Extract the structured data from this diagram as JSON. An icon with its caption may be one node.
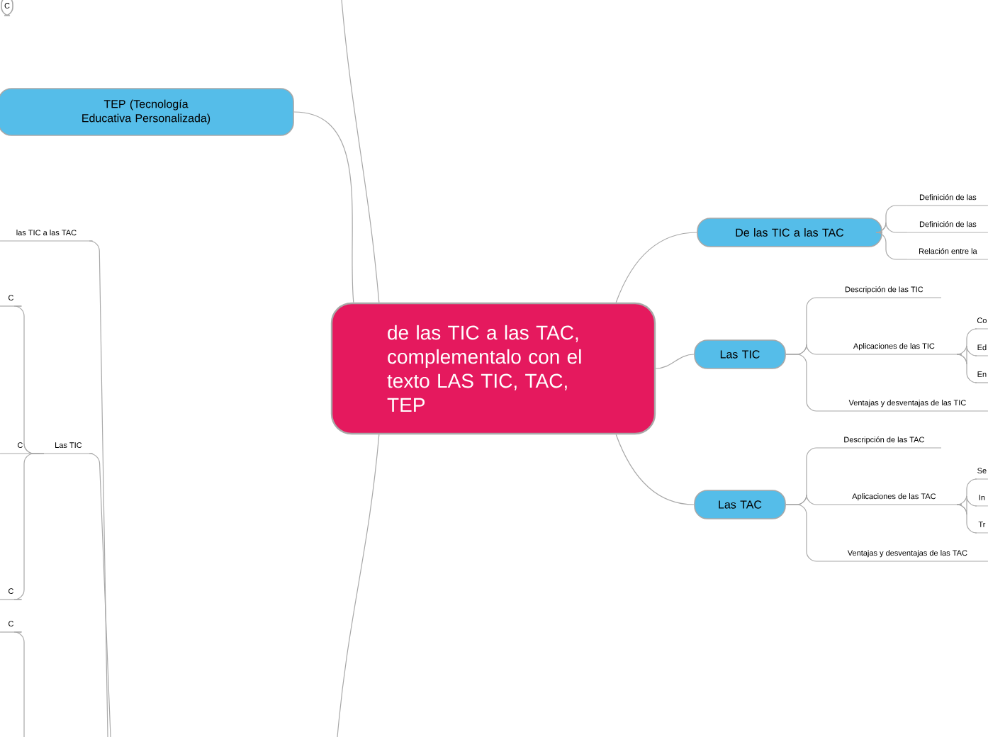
{
  "diagram": {
    "nodes": [
      {
        "text": [
          "de las TIC a las TAC, complementalo con el texto LAS TIC, TAC, TEP"
        ]
      },
      {
        "text": [
          "De las TIC a las TAC"
        ]
      },
      {
        "text": [
          "Definición de las"
        ]
      },
      {
        "text": [
          "Definición de las"
        ]
      },
      {
        "text": [
          "Relación entre la"
        ]
      },
      {
        "text": [
          "Las TIC"
        ]
      },
      {
        "text": [
          "Descripción de las TIC"
        ]
      },
      {
        "text": [
          "Aplicaciones de las TIC"
        ]
      },
      {
        "text": [
          "Co"
        ]
      },
      {
        "text": [
          "Ed"
        ]
      },
      {
        "text": [
          "En"
        ]
      },
      {
        "text": [
          "Ventajas y desventajas de las TIC"
        ]
      },
      {
        "text": [
          "Las TAC"
        ]
      },
      {
        "text": [
          "Descripción de las TAC"
        ]
      },
      {
        "text": [
          "Aplicaciones de las TAC"
        ]
      },
      {
        "text": [
          "Se"
        ]
      },
      {
        "text": [
          "In"
        ]
      },
      {
        "text": [
          "Tr"
        ]
      },
      {
        "text": [
          "Ventajas y desventajas de las TAC"
        ]
      },
      {
        "text": [
          "TEP (Tecnología Educativa Personalizada)"
        ]
      },
      {
        "text": [
          "C"
        ]
      },
      {
        "text": [
          "las TIC a las TAC"
        ]
      },
      {
        "text": [
          "C"
        ]
      },
      {
        "text": [
          "Las TIC"
        ]
      },
      {
        "text": [
          "C"
        ]
      },
      {
        "text": [
          "C"
        ]
      },
      {
        "text": [
          "C"
        ]
      }
    ],
    "edges": [
      {
        "from": 0,
        "to": 1,
        "arrow": "none"
      },
      {
        "from": 0,
        "to": 5,
        "arrow": "none"
      },
      {
        "from": 0,
        "to": 12,
        "arrow": "none"
      },
      {
        "from": 0,
        "to": 19,
        "arrow": "none"
      },
      {
        "from": 0,
        "to": null,
        "arrow": "none"
      },
      {
        "from": 0,
        "to": null,
        "arrow": "none"
      },
      {
        "from": 1,
        "to": 2,
        "arrow": "none"
      },
      {
        "from": 1,
        "to": 3,
        "arrow": "none"
      },
      {
        "from": 1,
        "to": 4,
        "arrow": "none"
      },
      {
        "from": 5,
        "to": 6,
        "arrow": "none"
      },
      {
        "from": 5,
        "to": 7,
        "arrow": "none"
      },
      {
        "from": 5,
        "to": 11,
        "arrow": "none"
      },
      {
        "from": 7,
        "to": 8,
        "arrow": "none"
      },
      {
        "from": 7,
        "to": 9,
        "arrow": "none"
      },
      {
        "from": 7,
        "to": 10,
        "arrow": "none"
      },
      {
        "from": 12,
        "to": 13,
        "arrow": "none"
      },
      {
        "from": 12,
        "to": 14,
        "arrow": "none"
      },
      {
        "from": 12,
        "to": 18,
        "arrow": "none"
      },
      {
        "from": 14,
        "to": 15,
        "arrow": "none"
      },
      {
        "from": 14,
        "to": 16,
        "arrow": "none"
      },
      {
        "from": 14,
        "to": 17,
        "arrow": "none"
      },
      {
        "from": 23,
        "to": 22,
        "arrow": "none"
      },
      {
        "from": 23,
        "to": 24,
        "arrow": "none"
      },
      {
        "from": 23,
        "to": 25,
        "arrow": "none"
      },
      {
        "from": 21,
        "to": null,
        "arrow": "none"
      },
      {
        "from": 23,
        "to": null,
        "arrow": "none"
      },
      {
        "from": 26,
        "to": null,
        "arrow": "none"
      }
    ]
  }
}
